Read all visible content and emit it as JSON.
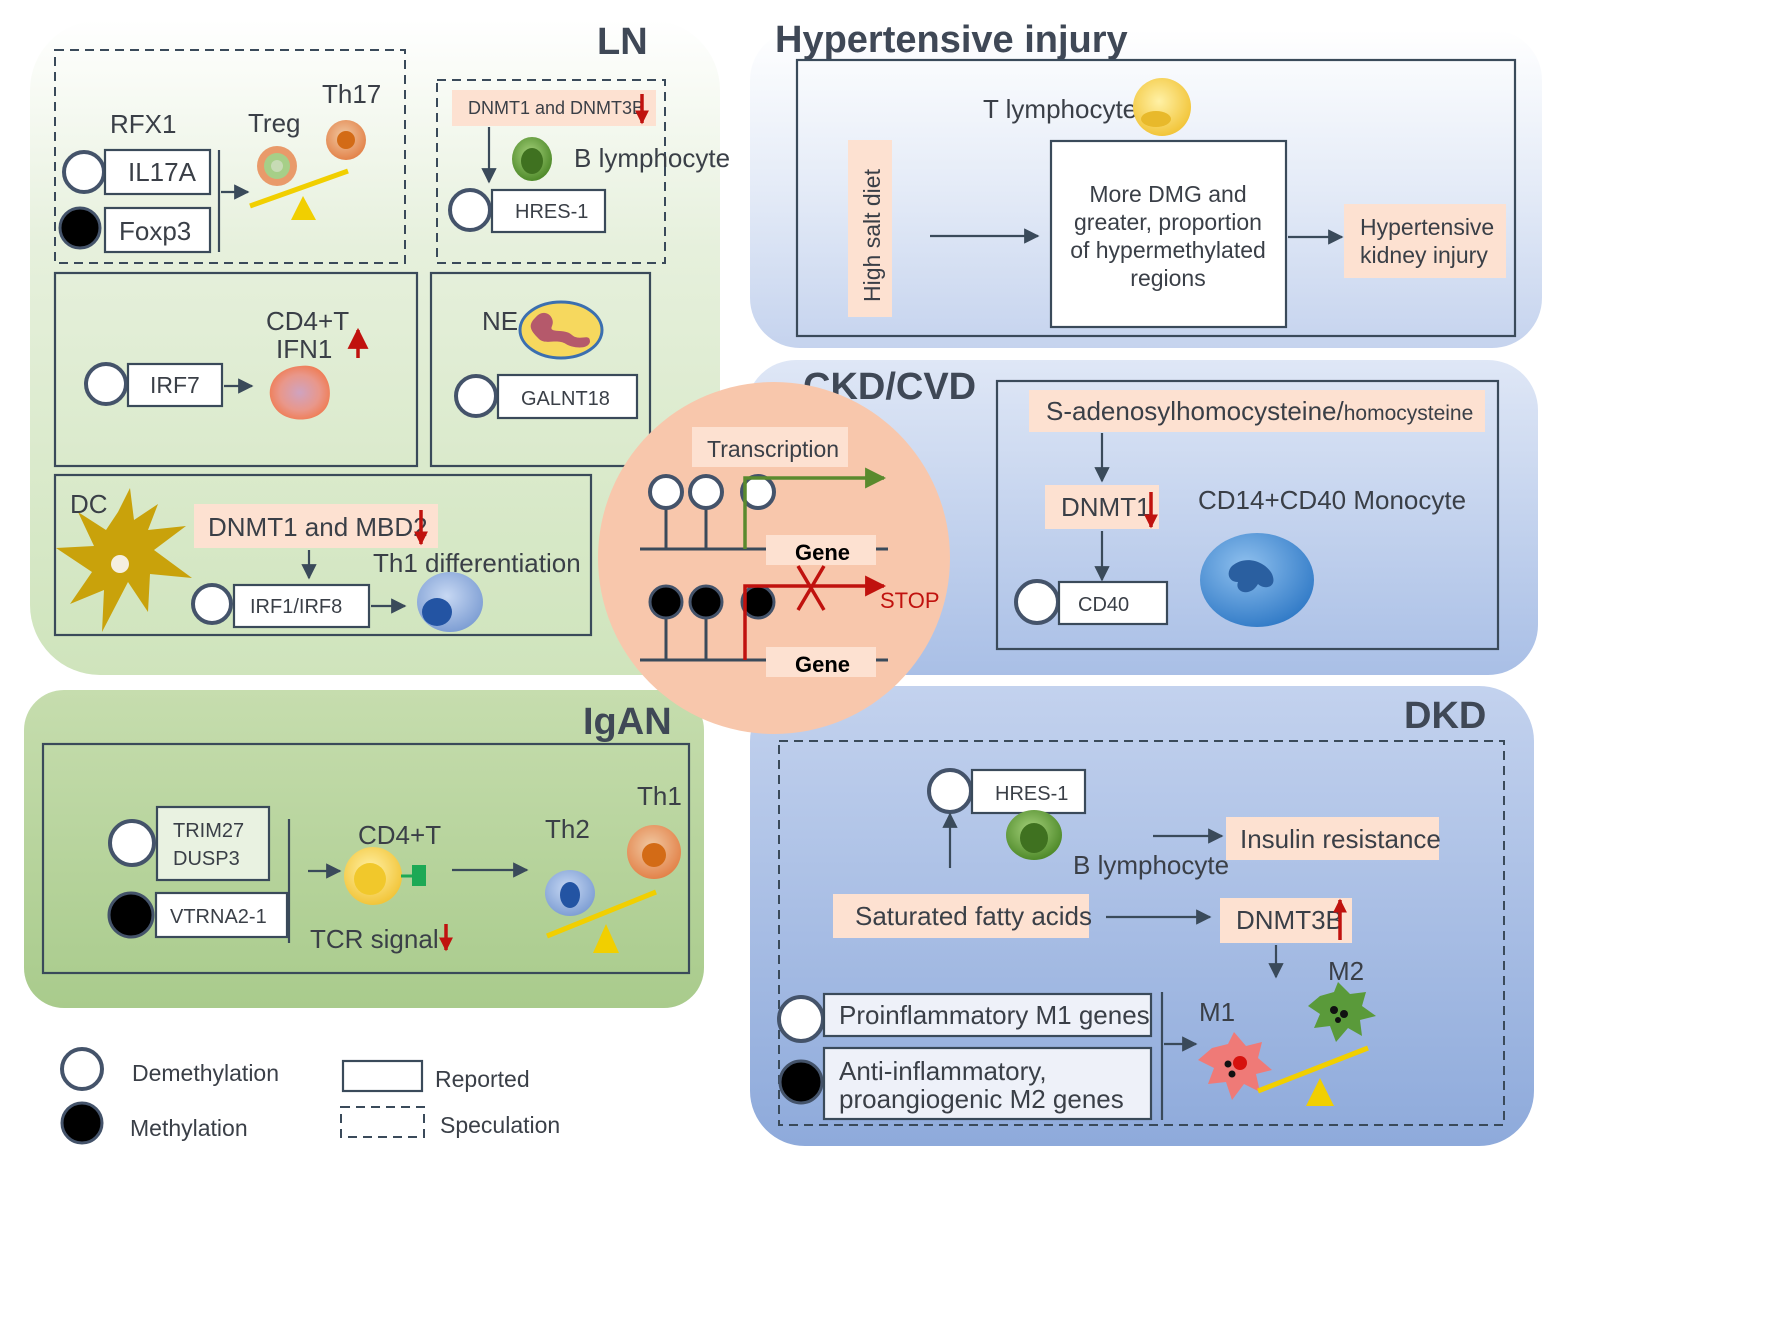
{
  "sections": {
    "ln": "LN",
    "hypertensive": "Hypertensive injury",
    "ckd": "CKD/CVD",
    "igan": "IgAN",
    "dkd": "DKD"
  },
  "ln": {
    "rfx1": "RFX1",
    "treg": "Treg",
    "th17": "Th17",
    "il17a": "IL17A",
    "foxp3": "Foxp3",
    "dnmt1_dnmt3b": "DNMT1 and DNMT3B",
    "b_lymphocyte": "B lymphocyte",
    "hres1": "HRES-1",
    "cd4t": "CD4+T",
    "ifn1": "IFN1",
    "irf7": "IRF7",
    "ne": "NE",
    "galnt18": "GALNT18",
    "dc": "DC",
    "dnmt1_mbd2": "DNMT1 and MBD2",
    "th1_diff": "Th1 differentiation",
    "irf1_irf8": "IRF1/IRF8"
  },
  "center": {
    "transcription": "Transcription",
    "gene_top": "Gene",
    "gene_bottom": "Gene",
    "stop": "STOP"
  },
  "hypertensive": {
    "t_lymphocyte": "T lymphocyte",
    "high_salt": "High salt diet",
    "dmg_lines": [
      "More DMG and",
      "greater,  proportion",
      "of hypermethylated",
      "regions"
    ],
    "outcome_lines": [
      "Hypertensive",
      "kidney injury"
    ]
  },
  "ckd": {
    "sah_main": "S-adenosylhomocysteine/",
    "sah_small": "homocysteine",
    "dnmt1": "DNMT1",
    "monocyte": "CD14+CD40 Monocyte",
    "cd40": "CD40"
  },
  "igan": {
    "trim27": "TRIM27",
    "dusp3": "DUSP3",
    "vtrna": "VTRNA2-1",
    "cd4t": "CD4+T",
    "th1": "Th1",
    "th2": "Th2",
    "tcr": "TCR signal"
  },
  "dkd": {
    "hres1": "HRES-1",
    "b_lymphocyte": "B lymphocyte",
    "insulin": "Insulin resistance",
    "fatty": "Saturated fatty acids",
    "dnmt3b": "DNMT3B",
    "m2": "M2",
    "m1": "M1",
    "pro_m1": "Proinflammatory M1 genes",
    "anti_lines": [
      "Anti-inflammatory,",
      "proangiogenic M2 genes"
    ]
  },
  "legend": {
    "demethylation": "Demethylation",
    "methylation": "Methylation",
    "reported": "Reported",
    "speculation": "Speculation"
  },
  "colors": {
    "ln_bg": "#dcebd0",
    "igan_bg": "#b9d5a0",
    "blue_bg": "#c6d4ee",
    "dkd_bg": "#9db7e2",
    "center_bg": "#f7c5aa",
    "label_pink": "#fde1d1",
    "red_arrow": "#c0120e",
    "green_arrow": "#5a8a2e"
  }
}
